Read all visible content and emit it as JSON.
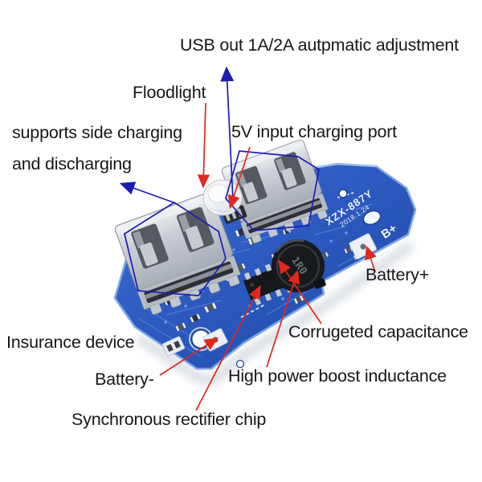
{
  "image": {
    "kind": "annotated product photo",
    "subject": "5V power bank charging module PCB"
  },
  "labels": [
    {
      "text": "USB out 1A/2A autpmatic adjustment",
      "arrow_color": "blue"
    },
    {
      "text": "Floodlight",
      "arrow_color": "red"
    },
    {
      "text": "supports side charging",
      "text2": "and discharging",
      "arrow_color": "blue"
    },
    {
      "text": "5V input charging port",
      "arrow_color": "red"
    },
    {
      "text": "Battery+",
      "arrow_color": "red"
    },
    {
      "text": "Insurance device",
      "arrow_color": "none"
    },
    {
      "text": "Battery-",
      "arrow_color": "red"
    },
    {
      "text": "Corrugeted capacitance",
      "arrow_color": "red"
    },
    {
      "text": "High power boost inductance",
      "arrow_color": "red"
    },
    {
      "text": "Synchronous rectifier chip",
      "arrow_color": "red"
    }
  ],
  "board_markings": {
    "model": "XZX-887Y",
    "date": "2018.1.24",
    "battery_plus_pad": "B+",
    "inductor_value": "1R0"
  },
  "colors": {
    "pcb_blue": "#2a58bd",
    "annotation_red": "#e0281c",
    "annotation_blue": "#1c1cb4",
    "label_text": "#161616"
  }
}
